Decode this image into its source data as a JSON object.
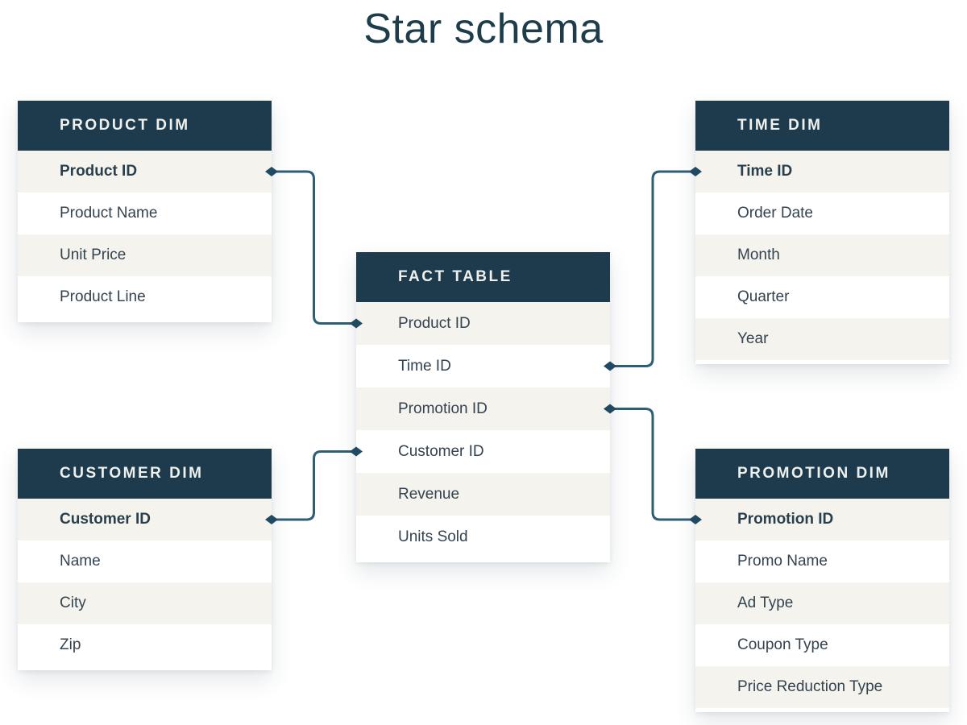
{
  "page": {
    "title": "Star schema"
  },
  "colors": {
    "table_header_bg": "#1d3b4c",
    "table_header_text": "#eef0ed",
    "row_alt_bg": "#f5f3ee",
    "row_bg": "#ffffff",
    "row_text": "#33434f",
    "key_row_text": "#2a3f4c",
    "title_text": "#1e3d4a",
    "connector_line": "#2e5d76",
    "connector_diamond": "#1f4a61"
  },
  "tables": {
    "product_dim": {
      "title": "PRODUCT DIM",
      "fields": [
        {
          "label": "Product ID",
          "key": true
        },
        {
          "label": "Product Name",
          "key": false
        },
        {
          "label": "Unit Price",
          "key": false
        },
        {
          "label": "Product Line",
          "key": false
        }
      ]
    },
    "time_dim": {
      "title": "TIME DIM",
      "fields": [
        {
          "label": "Time ID",
          "key": true
        },
        {
          "label": "Order Date",
          "key": false
        },
        {
          "label": "Month",
          "key": false
        },
        {
          "label": "Quarter",
          "key": false
        },
        {
          "label": "Year",
          "key": false
        }
      ]
    },
    "fact": {
      "title": "FACT TABLE",
      "fields": [
        {
          "label": "Product ID",
          "key": false
        },
        {
          "label": "Time ID",
          "key": false
        },
        {
          "label": "Promotion ID",
          "key": false
        },
        {
          "label": "Customer ID",
          "key": false
        },
        {
          "label": "Revenue",
          "key": false
        },
        {
          "label": "Units Sold",
          "key": false
        }
      ]
    },
    "customer_dim": {
      "title": "CUSTOMER DIM",
      "fields": [
        {
          "label": "Customer ID",
          "key": true
        },
        {
          "label": "Name",
          "key": false
        },
        {
          "label": "City",
          "key": false
        },
        {
          "label": "Zip",
          "key": false
        }
      ]
    },
    "promotion_dim": {
      "title": "PROMOTION DIM",
      "fields": [
        {
          "label": "Promotion ID",
          "key": true
        },
        {
          "label": "Promo Name",
          "key": false
        },
        {
          "label": "Ad Type",
          "key": false
        },
        {
          "label": "Coupon Type",
          "key": false
        },
        {
          "label": "Price Reduction Type",
          "key": false
        }
      ]
    }
  },
  "connections": [
    {
      "from": {
        "table": "product_dim",
        "row": 0,
        "side": "right"
      },
      "to": {
        "table": "fact",
        "row": 0,
        "side": "left"
      }
    },
    {
      "from": {
        "table": "time_dim",
        "row": 0,
        "side": "left"
      },
      "to": {
        "table": "fact",
        "row": 1,
        "side": "right"
      }
    },
    {
      "from": {
        "table": "promotion_dim",
        "row": 0,
        "side": "left"
      },
      "to": {
        "table": "fact",
        "row": 2,
        "side": "right"
      }
    },
    {
      "from": {
        "table": "customer_dim",
        "row": 0,
        "side": "right"
      },
      "to": {
        "table": "fact",
        "row": 3,
        "side": "left"
      }
    }
  ]
}
